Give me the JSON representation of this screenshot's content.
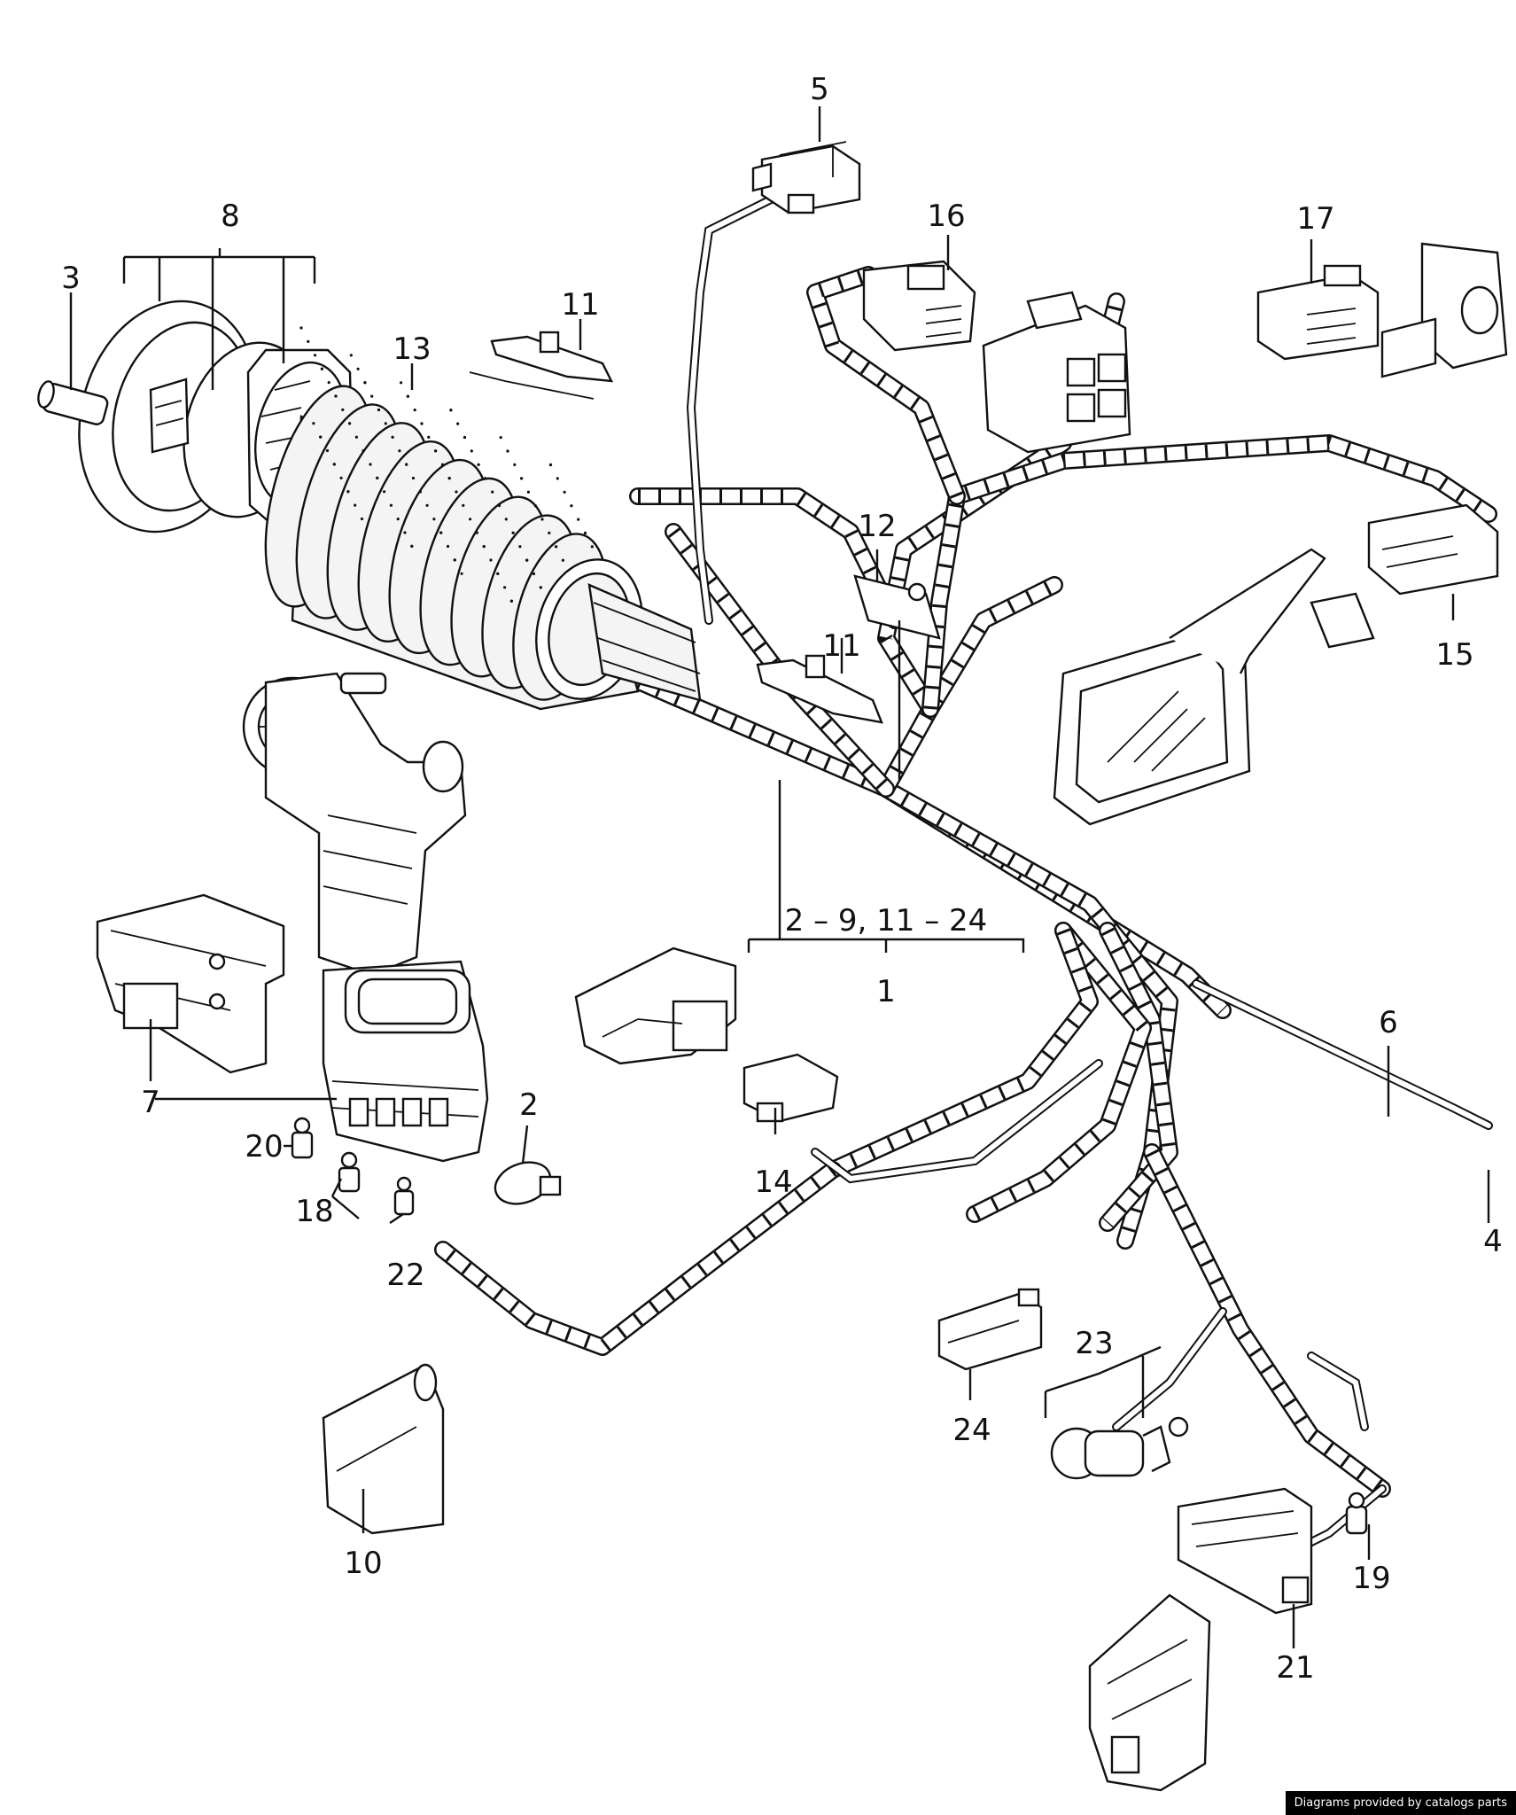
{
  "colors": {
    "ink": "#111111",
    "paper": "#ffffff",
    "credit_bg": "#000000",
    "credit_text": "#ffffff"
  },
  "callouts": {
    "n1": "1",
    "n2": "2",
    "n3": "3",
    "n4": "4",
    "n5": "5",
    "n6": "6",
    "n7": "7",
    "n8": "8",
    "n10": "10",
    "n11a": "11",
    "n11b": "11",
    "n12": "12",
    "n13": "13",
    "n14": "14",
    "n15": "15",
    "n16": "16",
    "n17": "17",
    "n18": "18",
    "n19": "19",
    "n20": "20",
    "n21": "21",
    "n22": "22",
    "n23": "23",
    "n24": "24",
    "group": "2 – 9,  11 – 24"
  },
  "credit": "Diagrams provided by catalogs parts"
}
